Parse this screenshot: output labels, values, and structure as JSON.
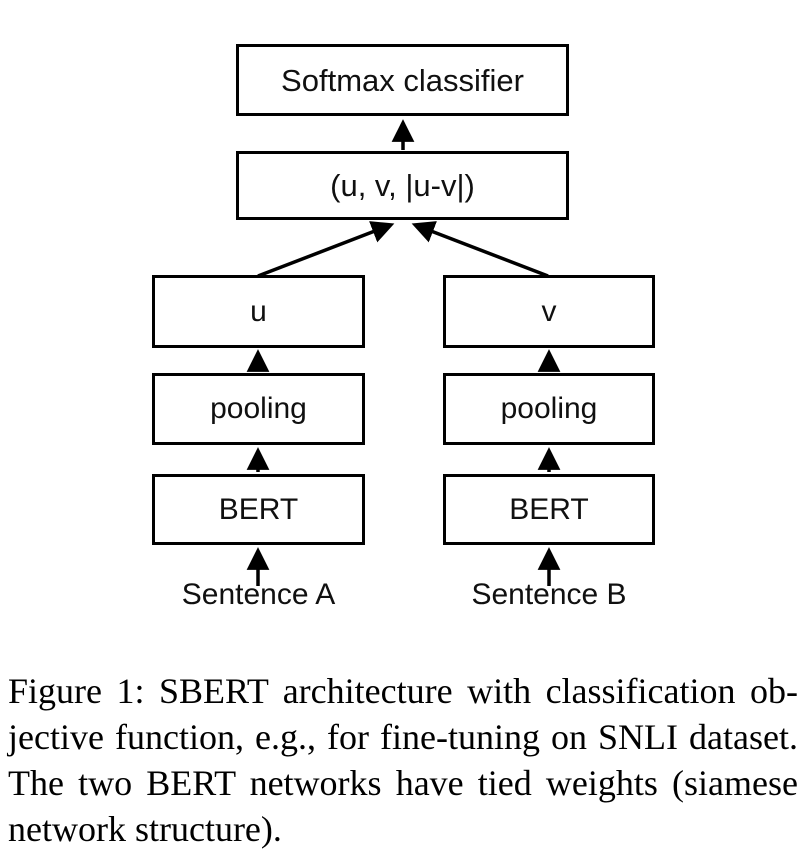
{
  "diagram": {
    "boxes": {
      "softmax": "Softmax classifier",
      "concat": "(u, v, |u-v|)",
      "u": "u",
      "v": "v",
      "pooling_a": "pooling",
      "pooling_b": "pooling",
      "bert_a": "BERT",
      "bert_b": "BERT"
    },
    "inputs": {
      "sentence_a": "Sentence A",
      "sentence_b": "Sentence B"
    },
    "colors": {
      "stroke": "#000000",
      "background": "#ffffff",
      "text": "#101010"
    }
  },
  "caption": {
    "lines": [
      "Figure 1: SBERT architecture with classification ob-",
      "jective function, e.g., for fine-tuning on SNLI dataset.",
      "The two BERT networks have tied weights (siamese",
      "network structure)."
    ]
  }
}
